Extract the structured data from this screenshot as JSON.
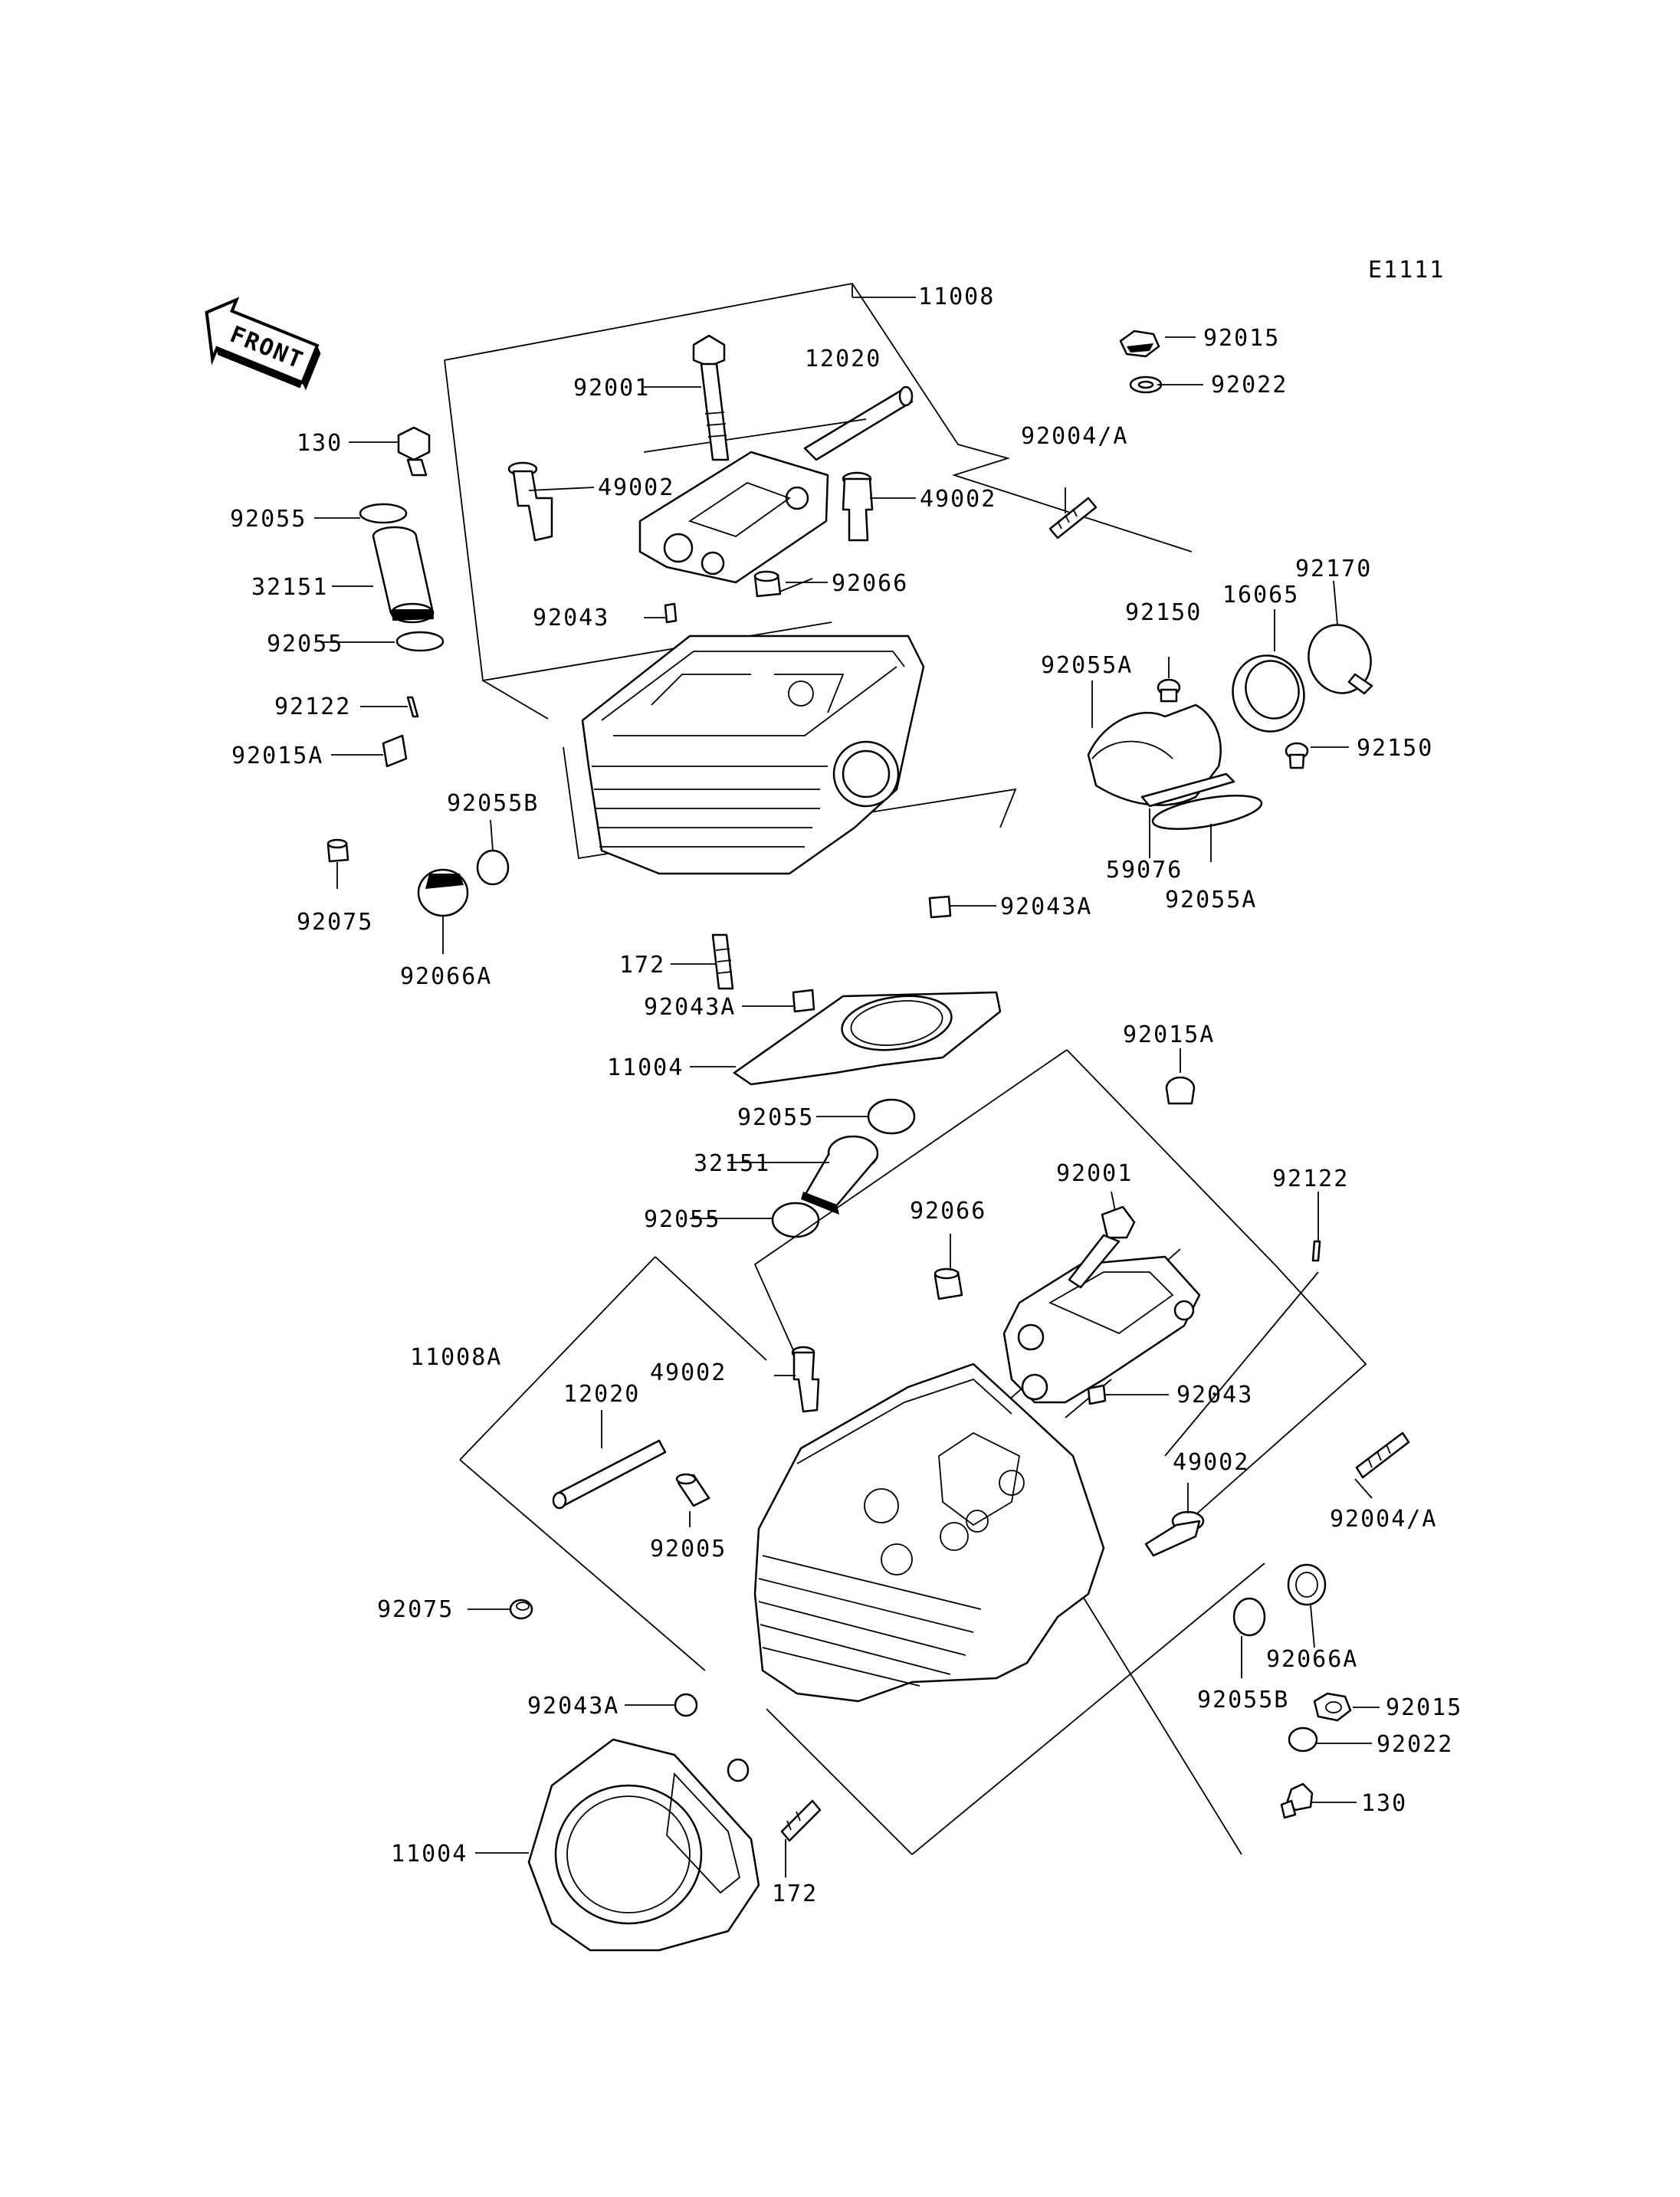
{
  "diagram_code": "E1111",
  "front_label": "FRONT",
  "callouts": [
    {
      "id": "c11008",
      "label": "11008"
    },
    {
      "id": "c92015_top",
      "label": "92015"
    },
    {
      "id": "c92022_top",
      "label": "92022"
    },
    {
      "id": "c12020_top",
      "label": "12020"
    },
    {
      "id": "c92001_top",
      "label": "92001"
    },
    {
      "id": "c130_top",
      "label": "130"
    },
    {
      "id": "c49002_a",
      "label": "49002"
    },
    {
      "id": "c49002_b",
      "label": "49002"
    },
    {
      "id": "c92004_top",
      "label": "92004/A"
    },
    {
      "id": "c92055_a",
      "label": "92055"
    },
    {
      "id": "c32151_top",
      "label": "32151"
    },
    {
      "id": "c92066_top",
      "label": "92066"
    },
    {
      "id": "c92043_top",
      "label": "92043"
    },
    {
      "id": "c92170",
      "label": "92170"
    },
    {
      "id": "c92055_b",
      "label": "92055"
    },
    {
      "id": "c16065",
      "label": "16065"
    },
    {
      "id": "c92150_a",
      "label": "92150"
    },
    {
      "id": "c92055A_a",
      "label": "92055A"
    },
    {
      "id": "c92122_top",
      "label": "92122"
    },
    {
      "id": "c92015A_top",
      "label": "92015A"
    },
    {
      "id": "c92150_b",
      "label": "92150"
    },
    {
      "id": "c92055B_top",
      "label": "92055B"
    },
    {
      "id": "c59076",
      "label": "59076"
    },
    {
      "id": "c92055A_b",
      "label": "92055A"
    },
    {
      "id": "c92075_top",
      "label": "92075"
    },
    {
      "id": "c92043A_a",
      "label": "92043A"
    },
    {
      "id": "c92066A_top",
      "label": "92066A"
    },
    {
      "id": "c172_top",
      "label": "172"
    },
    {
      "id": "c92043A_b",
      "label": "92043A"
    },
    {
      "id": "c92015A_mid",
      "label": "92015A"
    },
    {
      "id": "c11004_top",
      "label": "11004"
    },
    {
      "id": "c92055_c",
      "label": "92055"
    },
    {
      "id": "c32151_mid",
      "label": "32151"
    },
    {
      "id": "c92001_mid",
      "label": "92001"
    },
    {
      "id": "c92122_mid",
      "label": "92122"
    },
    {
      "id": "c92055_d",
      "label": "92055"
    },
    {
      "id": "c92066_mid",
      "label": "92066"
    },
    {
      "id": "c11008A",
      "label": "11008A"
    },
    {
      "id": "c49002_c",
      "label": "49002"
    },
    {
      "id": "c12020_mid",
      "label": "12020"
    },
    {
      "id": "c92043_mid",
      "label": "92043"
    },
    {
      "id": "c49002_d",
      "label": "49002"
    },
    {
      "id": "c92004_bot",
      "label": "92004/A"
    },
    {
      "id": "c92005",
      "label": "92005"
    },
    {
      "id": "c92075_bot",
      "label": "92075"
    },
    {
      "id": "c92066A_bot",
      "label": "92066A"
    },
    {
      "id": "c92055B_bot",
      "label": "92055B"
    },
    {
      "id": "c92015_bot",
      "label": "92015"
    },
    {
      "id": "c92043A_c",
      "label": "92043A"
    },
    {
      "id": "c92022_bot",
      "label": "92022"
    },
    {
      "id": "c130_bot",
      "label": "130"
    },
    {
      "id": "c11004_bot",
      "label": "11004"
    },
    {
      "id": "c172_bot",
      "label": "172"
    }
  ]
}
